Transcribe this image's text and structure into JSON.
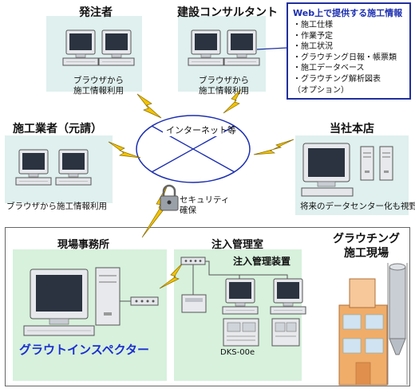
{
  "client": {
    "title": "発注者",
    "caption_lines": [
      "ブラウザから",
      "施工情報利用"
    ]
  },
  "consultant": {
    "title": "建設コンサルタント",
    "caption_lines": [
      "ブラウザから",
      "施工情報利用"
    ]
  },
  "web_info": {
    "title": "Web上で提供する施工情報",
    "items": [
      "・施工仕様",
      "・作業予定",
      "・施工状況",
      "・グラウチング日報・帳票類",
      "・施工データベース",
      "・グラウチング解析図表",
      "（オプション）"
    ]
  },
  "contractor": {
    "title": "施工業者（元請）",
    "caption": "ブラウザから施工情報利用"
  },
  "internet": {
    "label": "インターネット等"
  },
  "head_office": {
    "title": "当社本店",
    "caption": "将来のデータセンター化も視野"
  },
  "security": {
    "label_lines": [
      "セキュリティ",
      "確保"
    ]
  },
  "site_office": {
    "title": "現場事務所",
    "product_name": "グラウトインスペクター"
  },
  "injection_room": {
    "title": "注入管理室",
    "device_label": "注入管理装置",
    "model": "DKS-00e"
  },
  "grouting_site": {
    "title_lines": [
      "グラウチング",
      "施工現場"
    ]
  },
  "colors": {
    "zone": "#dff0ee",
    "zone_mint": "#d7f1dc",
    "accent_blue": "#1c2fd0",
    "lightning": "#f2c300",
    "box_border": "#1f2f9e"
  }
}
